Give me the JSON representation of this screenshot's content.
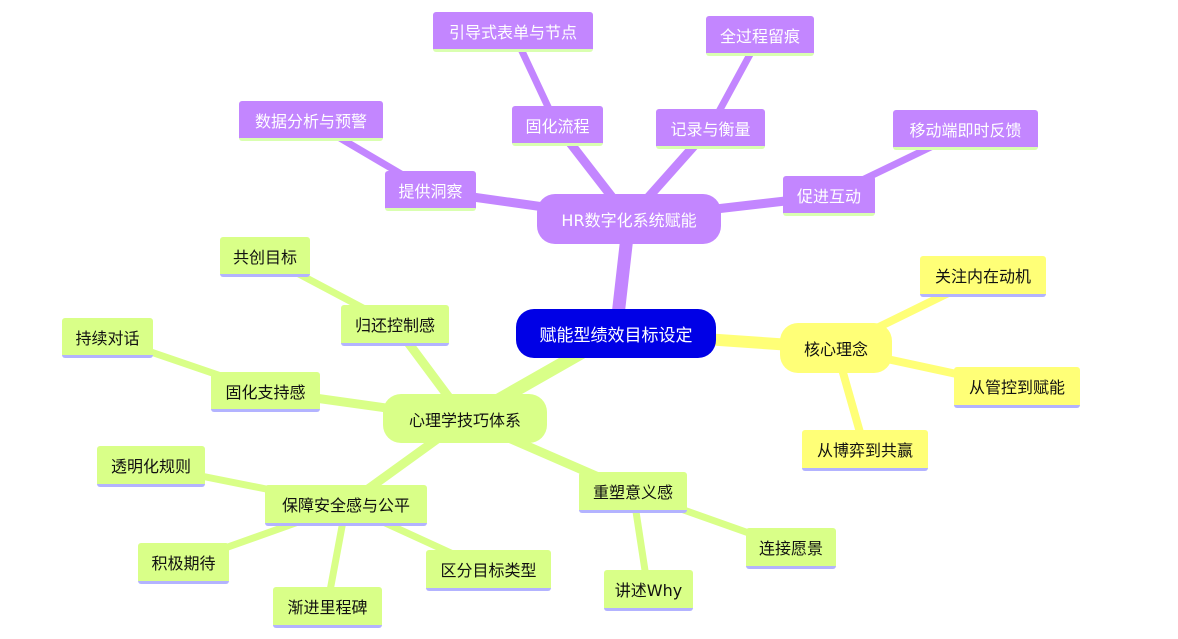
{
  "root": "赋能型绩效目标设定",
  "hr": {
    "label": "HR数字化系统赋能",
    "children": [
      {
        "label": "提供洞察",
        "children": [
          "数据分析与预警"
        ]
      },
      {
        "label": "固化流程",
        "children": [
          "引导式表单与节点"
        ]
      },
      {
        "label": "记录与衡量",
        "children": [
          "全过程留痕"
        ]
      },
      {
        "label": "促进互动",
        "children": [
          "移动端即时反馈"
        ]
      }
    ]
  },
  "core": {
    "label": "核心理念",
    "children": [
      "关注内在动机",
      "从管控到赋能",
      "从博弈到共赢"
    ]
  },
  "psych": {
    "label": "心理学技巧体系",
    "children": [
      {
        "label": "归还控制感",
        "children": [
          "共创目标"
        ]
      },
      {
        "label": "固化支持感",
        "children": [
          "持续对话"
        ]
      },
      {
        "label": "保障安全感与公平",
        "children": [
          "透明化规则",
          "积极期待",
          "渐进里程碑",
          "区分目标类型"
        ]
      },
      {
        "label": "重塑意义感",
        "children": [
          "连接愿景",
          "讲述Why"
        ]
      }
    ]
  },
  "colors": {
    "root": "#0000e6",
    "hr": "#c386ff",
    "core": "#ffff77",
    "psych": "#d9ff88"
  }
}
